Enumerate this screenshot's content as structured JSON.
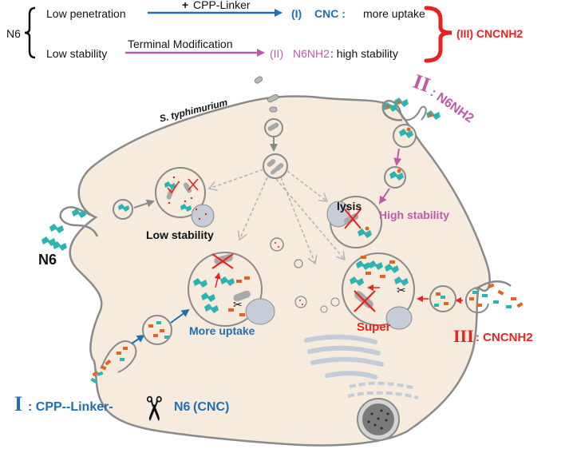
{
  "scheme": {
    "root": "N6",
    "problem_1": "Low penetration",
    "strategy_1_prefix": "+",
    "strategy_1": "CPP-Linker",
    "result_1_code": "(I)",
    "result_1_name": "CNC :",
    "result_1_benefit": "more uptake",
    "problem_2": "Low stability",
    "strategy_2": "Terminal Modification",
    "result_2_code": "(II)",
    "result_2_name": "N6NH2",
    "result_2_benefit": ": high stability",
    "combined": "(III) CNCNH2"
  },
  "cell": {
    "bacteria_label": "S. typhimurium",
    "n6_label": "N6",
    "low_stability_label": "Low stability",
    "lysis_label": "lysis",
    "high_stability_label": "High stability",
    "more_uptake_label": "More uptake",
    "super_label": "Super",
    "roman_1": "I",
    "cnc_text": ": CPP--Linker-",
    "cnc_n6": "N6",
    "cnc_suffix": "(CNC)",
    "roman_2": "II",
    "n6nh2_text": ": N6NH2",
    "roman_3": "III",
    "cncnh2_text": ": CNCNH2"
  },
  "colors": {
    "blue": "#1f6fb5",
    "pink": "#c05aa8",
    "red": "#e8231f",
    "cyan": "#2bb4b4",
    "orange": "#e2641e",
    "cell_fill": "#f6ebdc",
    "membrane": "#8a8a8a"
  }
}
